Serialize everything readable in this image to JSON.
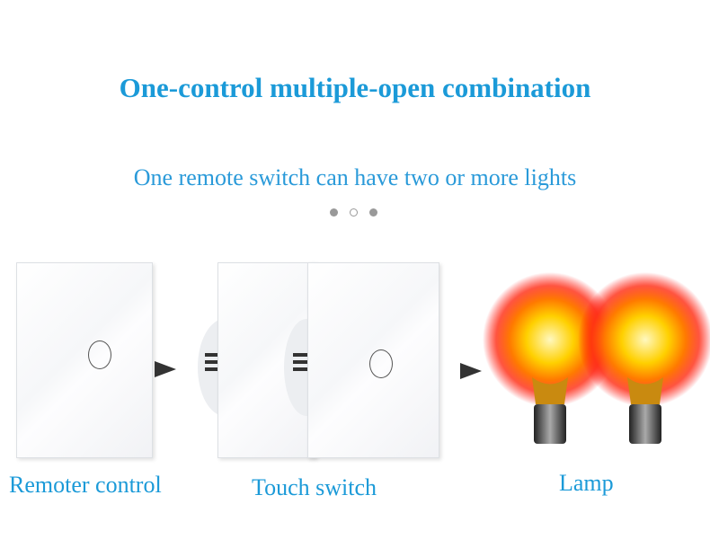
{
  "title": "One-control multiple-open combination",
  "subtitle": "One remote switch can have two or more lights",
  "labels": {
    "remote": "Remoter control",
    "touch": "Touch switch",
    "lamp": "Lamp"
  },
  "colors": {
    "text": "#1b9ad8",
    "dot_active": "#999999"
  }
}
